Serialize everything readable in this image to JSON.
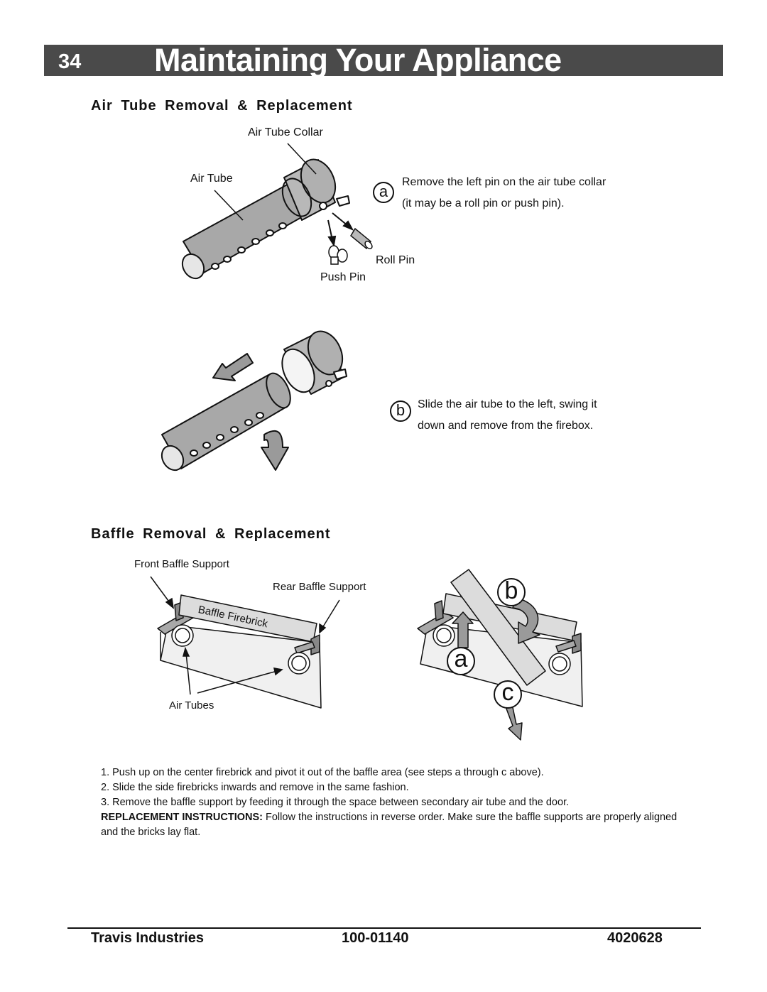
{
  "header": {
    "page_number": "34",
    "title": "Maintaining Your Appliance"
  },
  "air_tube_section": {
    "heading": "Air Tube Removal & Replacement",
    "labels": {
      "collar": "Air Tube Collar",
      "tube": "Air Tube",
      "roll_pin": "Roll Pin",
      "push_pin": "Push Pin"
    },
    "step_a": {
      "letter": "a",
      "line1": "Remove the left pin on the air tube collar",
      "line2": "(it may be a roll pin or push pin)."
    },
    "step_b": {
      "letter": "b",
      "line1": "Slide the air tube to the left, swing it",
      "line2": "down and remove from the firebox."
    }
  },
  "baffle_section": {
    "heading": "Baffle Removal & Replacement",
    "labels": {
      "front_support": "Front Baffle Support",
      "rear_support": "Rear Baffle Support",
      "firebrick": "Baffle Firebrick",
      "air_tubes": "Air Tubes"
    },
    "step_letters": {
      "a": "a",
      "b": "b",
      "c": "c"
    },
    "instructions": [
      "1. Push up on the center firebrick and pivot it out of the baffle area (see steps  a  through  c  above).",
      "2. Slide the side firebricks inwards and remove in the same fashion.",
      "3. Remove the baffle support by feeding it through the space between secondary air tube and the door."
    ],
    "replacement_lead": "REPLACEMENT INSTRUCTIONS:",
    "replacement_text": "Follow the instructions in reverse order.  Make sure the baffle supports are properly aligned and the bricks lay flat."
  },
  "footer": {
    "company": "Travis Industries",
    "doc_number": "100-01140",
    "date_code": "4020628"
  },
  "colors": {
    "header_bar": "#4a4a4a",
    "tube_gray": "#a8a8a8",
    "arrow_gray": "#9a9a9a",
    "brick_light": "#dcdcdc"
  }
}
